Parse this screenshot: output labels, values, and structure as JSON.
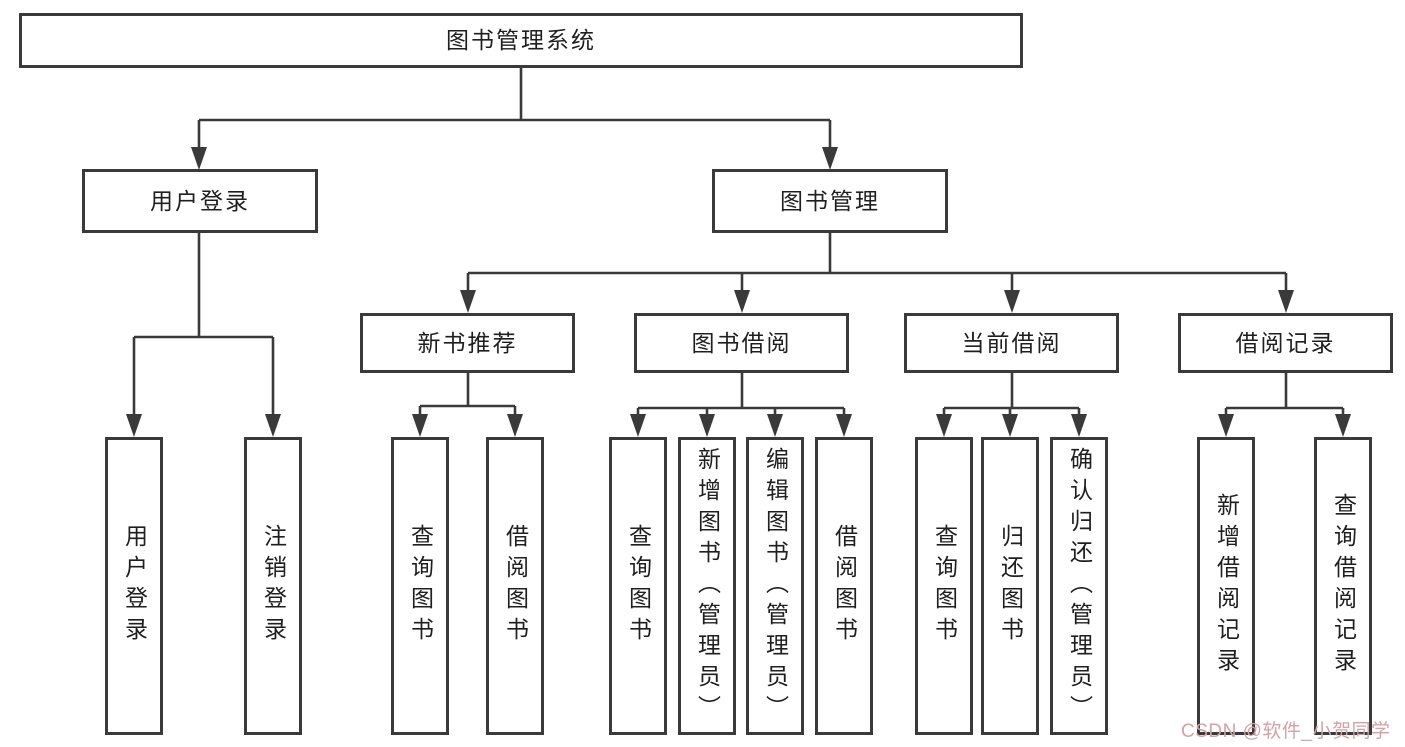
{
  "colors": {
    "line": "#3a3a3a",
    "text": "#1f1f1f",
    "background": "#ffffff",
    "watermark": "#d2a2a6"
  },
  "tree": {
    "root": "图书管理系统",
    "children": [
      {
        "label": "用户登录",
        "children": [
          {
            "label": "用户登录"
          },
          {
            "label": "注销登录"
          }
        ]
      },
      {
        "label": "图书管理",
        "children": [
          {
            "label": "新书推荐",
            "children": [
              {
                "label": "查询图书"
              },
              {
                "label": "借阅图书"
              }
            ]
          },
          {
            "label": "图书借阅",
            "children": [
              {
                "label": "查询图书"
              },
              {
                "label": "新增图书（管理员）"
              },
              {
                "label": "编辑图书（管理员）"
              },
              {
                "label": "借阅图书"
              }
            ]
          },
          {
            "label": "当前借阅",
            "children": [
              {
                "label": "查询图书"
              },
              {
                "label": "归还图书"
              },
              {
                "label": "确认归还（管理员）"
              }
            ]
          },
          {
            "label": "借阅记录",
            "children": [
              {
                "label": "新增借阅记录"
              },
              {
                "label": "查询借阅记录"
              }
            ]
          }
        ]
      }
    ]
  },
  "watermark": {
    "text": "CSDN @软件_小贺同学"
  }
}
